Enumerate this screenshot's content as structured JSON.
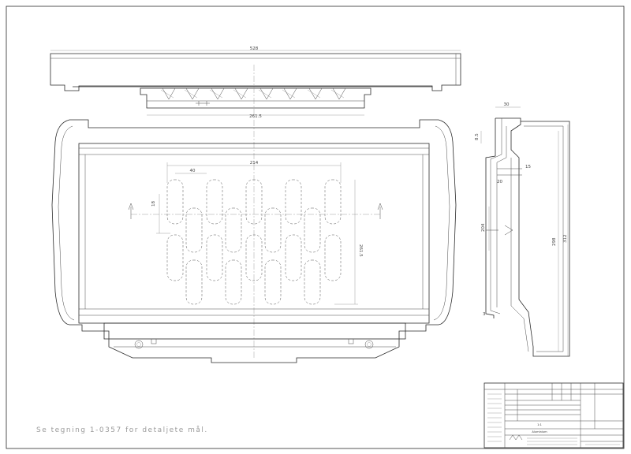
{
  "dimensions": {
    "top_width": "528",
    "top_inner": "261.5",
    "front_width": "214",
    "front_slot_pitch": "40",
    "front_height": "261.5",
    "front_left_small": "18",
    "side_depth": "30",
    "side_top": "8.5",
    "side_right_a": "15",
    "side_small": "20",
    "side_middle": "204",
    "side_height_a": "298",
    "side_height_b": "312",
    "side_bottom": "3"
  },
  "note": "Se tegning 1-0357 for detaljete mål.",
  "title_block": {
    "scale": "1:1",
    "material": "Aluminium"
  },
  "colors": {
    "line": "#2a2a2a",
    "note_text": "#9a9a9a"
  }
}
